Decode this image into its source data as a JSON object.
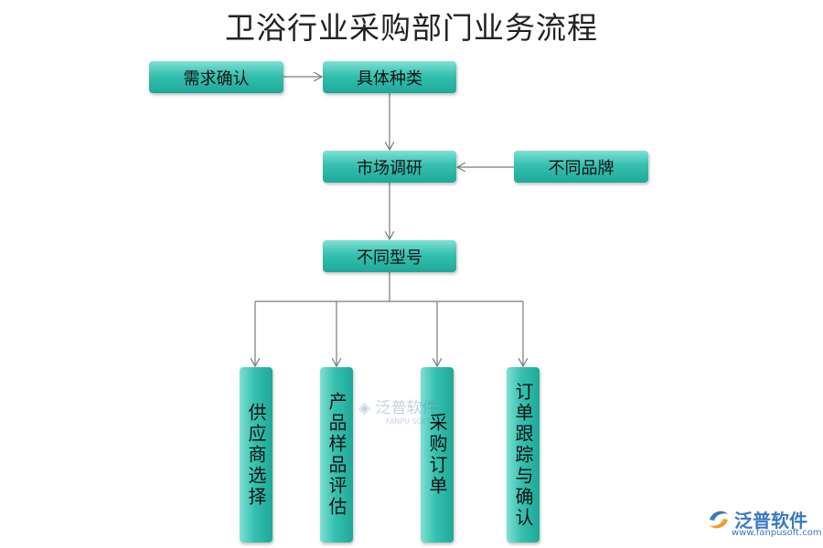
{
  "title": "卫浴行业采购部门业务流程",
  "nodes": {
    "need_confirm": "需求确认",
    "specific_kind": "具体种类",
    "market_research": "市场调研",
    "different_brands": "不同品牌",
    "different_models": "不同型号",
    "supplier_select": "供应商选择",
    "sample_evaluate": "产品样品评估",
    "purchase_order": "采购订单",
    "order_tracking": "订单跟踪与确认"
  },
  "watermark": {
    "brand": "泛普软件",
    "sub": "FANPU SOFT"
  },
  "logo": {
    "name": "泛普软件",
    "url": "www.fanpusoft.com"
  },
  "colors": {
    "box_top": "#7fe0d4",
    "box_bottom": "#1fa898",
    "connector": "#7a7a7a"
  }
}
